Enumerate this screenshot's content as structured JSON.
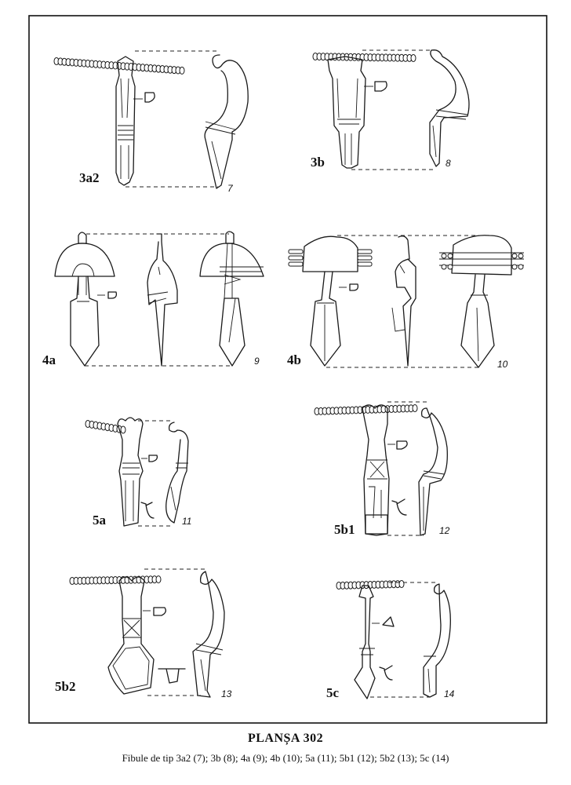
{
  "plate": {
    "title": "PLANȘA 302",
    "caption": "Fibule de tip 3a2 (7); 3b (8); 4a (9); 4b (10); 5a (11); 5b1 (12); 5b2 (13); 5c (14)"
  },
  "figures": [
    {
      "type": "3a2",
      "number": "7"
    },
    {
      "type": "3b",
      "number": "8"
    },
    {
      "type": "4a",
      "number": "9"
    },
    {
      "type": "4b",
      "number": "10"
    },
    {
      "type": "5a",
      "number": "11"
    },
    {
      "type": "5b1",
      "number": "12"
    },
    {
      "type": "5b2",
      "number": "13"
    },
    {
      "type": "5c",
      "number": "14"
    }
  ]
}
